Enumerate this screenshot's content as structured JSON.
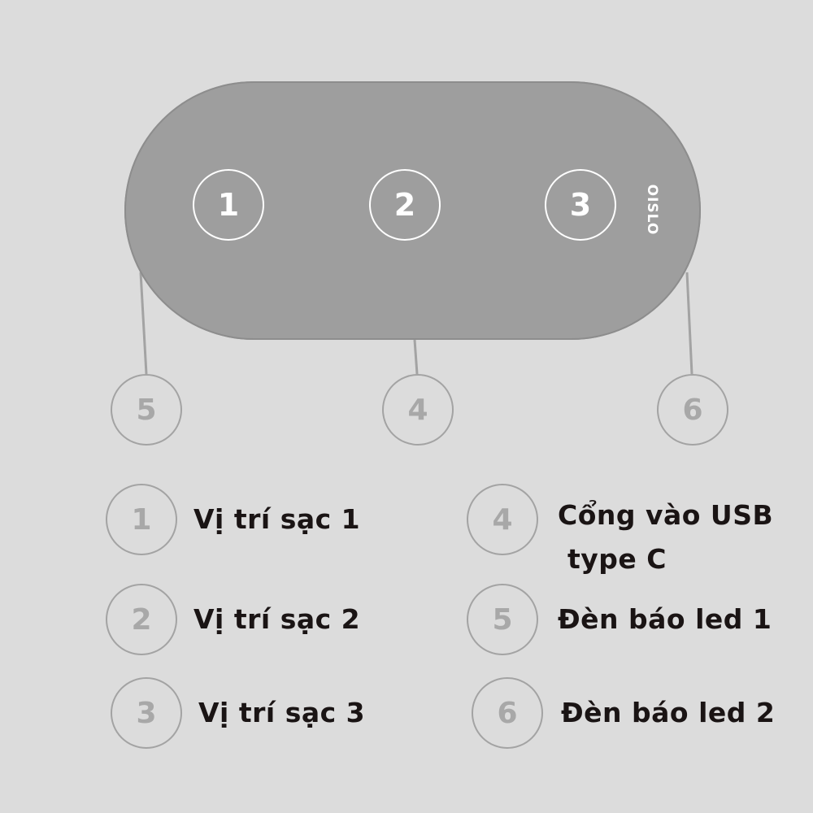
{
  "device": {
    "brand": "OISLO",
    "slots": [
      "1",
      "2",
      "3"
    ]
  },
  "callouts": {
    "led_left": "5",
    "usb_port": "4",
    "led_right": "6"
  },
  "legend": [
    {
      "number": "1",
      "text": "Vị trí sạc 1"
    },
    {
      "number": "2",
      "text": "Vị trí sạc 2"
    },
    {
      "number": "3",
      "text": "Vị trí sạc 3"
    },
    {
      "number": "4",
      "line1": "Cổng vào USB",
      "line2": " type C"
    },
    {
      "number": "5",
      "text": "Đèn báo led 1"
    },
    {
      "number": "6",
      "text": "Đèn báo led 2"
    }
  ]
}
